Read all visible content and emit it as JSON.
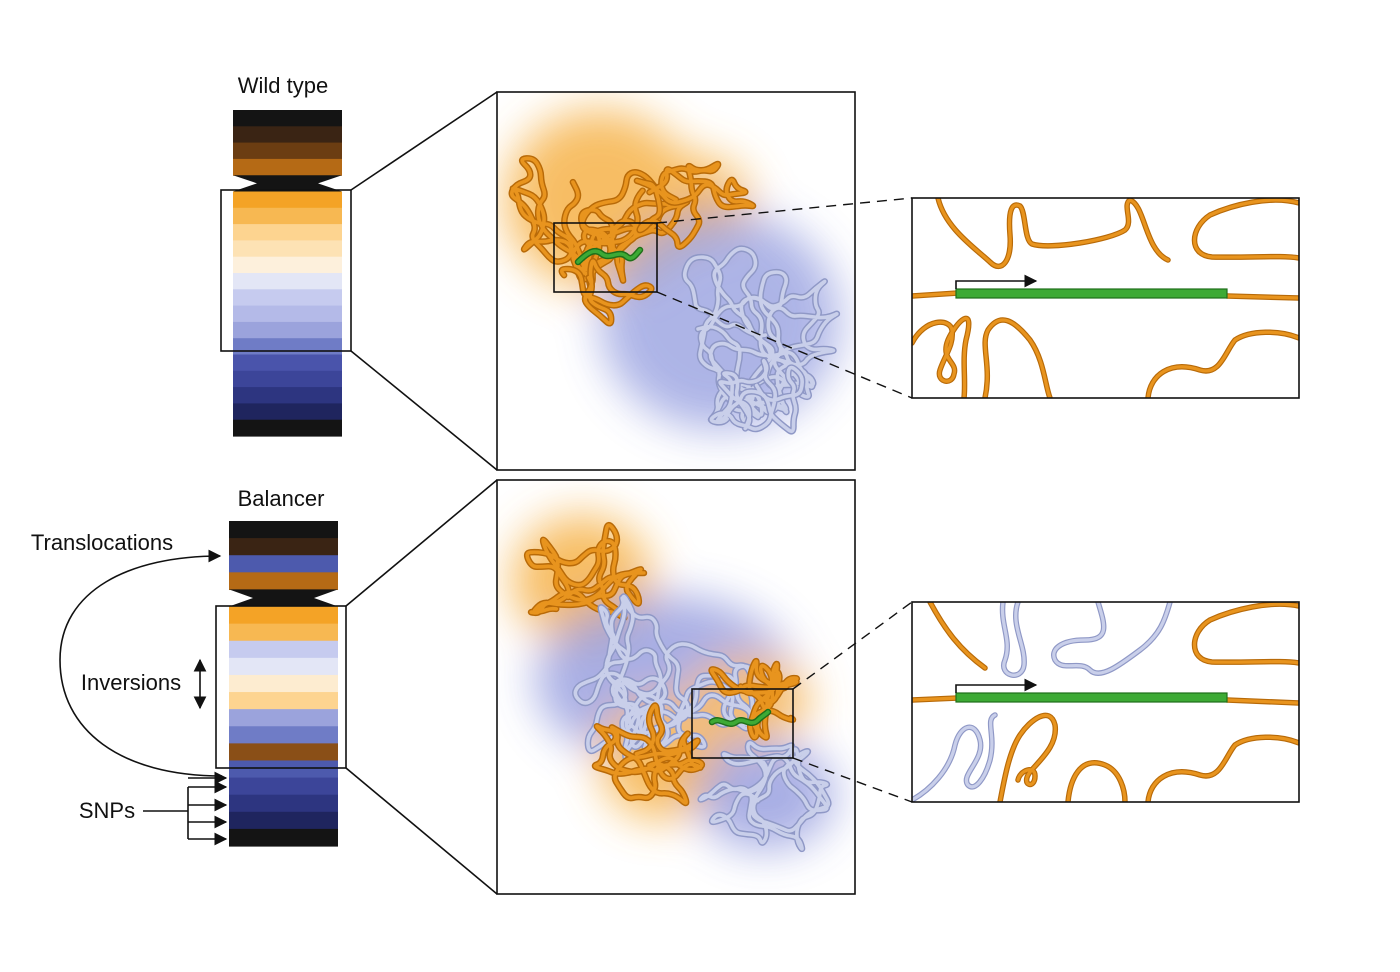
{
  "labels": {
    "wild_type": "Wild type",
    "balancer": "Balancer",
    "translocations": "Translocations",
    "inversions": "Inversions",
    "snps": "SNPs"
  },
  "colors": {
    "orange_fiber": "#E8941E",
    "orange_fiber_dark": "#B86A08",
    "blue_fiber": "#C9CFEA",
    "blue_fiber_dark": "#8F98C6",
    "gene": "#3DAA35",
    "gene_dark": "#1F6F1A",
    "orange_halo": "#F6B24A",
    "blue_halo": "#7F8AD8"
  },
  "wild_type_bands": [
    "#141414",
    "#3a2414",
    "#6b3d12",
    "#b56a15",
    "#141414",
    "#f4a326",
    "#f7b852",
    "#fdd490",
    "#fde2b4",
    "#fdf0dc",
    "#e3e6f6",
    "#c6cbef",
    "#b4bae8",
    "#9ba3dc",
    "#6f7cc6",
    "#4a54ab",
    "#3c4599",
    "#2d3580",
    "#1f255e",
    "#141414"
  ],
  "balancer_bands": [
    "#141414",
    "#3a2414",
    "#4d5aad",
    "#b56a15",
    "#141414",
    "#f4a326",
    "#f7b852",
    "#c6cbef",
    "#e3e6f6",
    "#fdecd0",
    "#fdd490",
    "#9ba3dc",
    "#6f7cc6",
    "#8a4f17",
    "#4d5aad",
    "#3c4599",
    "#2d3580",
    "#1f255e",
    "#141414"
  ]
}
